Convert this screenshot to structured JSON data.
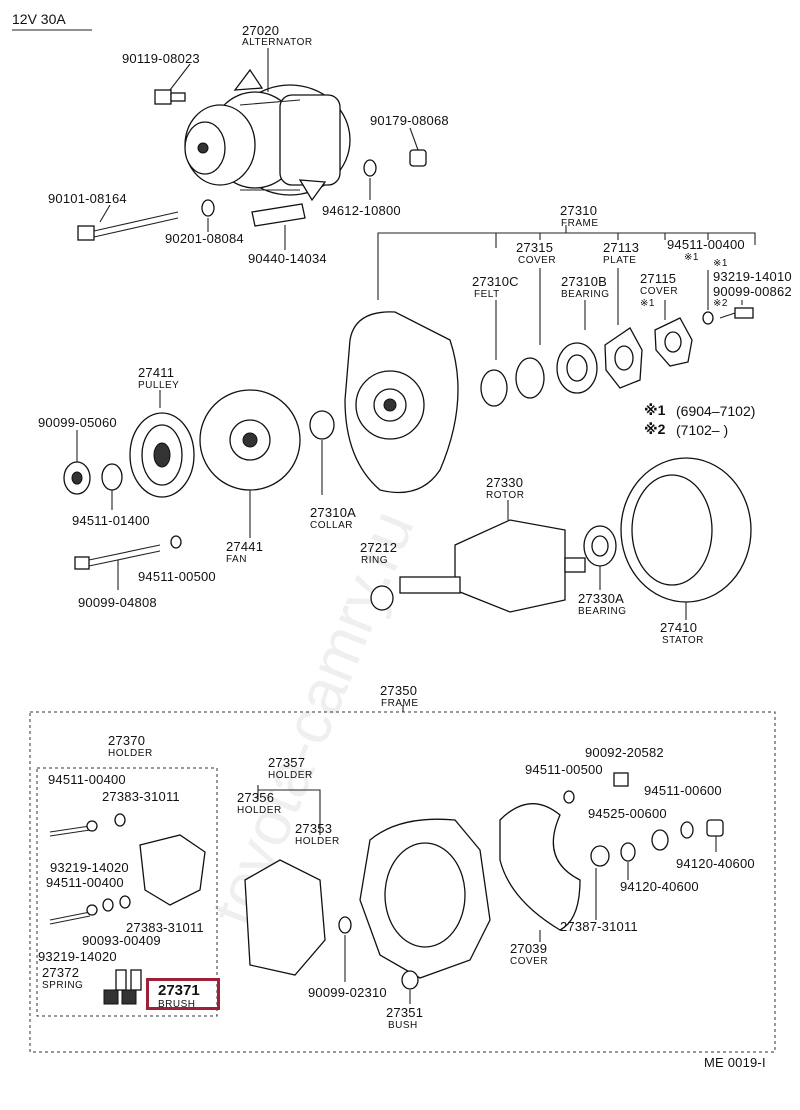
{
  "header": {
    "spec": "12V 30A"
  },
  "footer": {
    "code": "ME 0019-I"
  },
  "watermark": "toyota-camry.ru",
  "colors": {
    "highlight": "#a0203a"
  },
  "notes": {
    "n1_mark": "※1",
    "n1_range": "(6904–7102)",
    "n2_mark": "※2",
    "n2_range": "(7102–      )"
  },
  "parts": {
    "alternator": {
      "num": "27020",
      "name": "ALTERNATOR"
    },
    "p90119": {
      "num": "90119-08023"
    },
    "p90179": {
      "num": "90179-08068"
    },
    "p90101": {
      "num": "90101-08164"
    },
    "p94612": {
      "num": "94612-10800"
    },
    "p90201": {
      "num": "90201-08084"
    },
    "p90440": {
      "num": "90440-14034"
    },
    "frame": {
      "num": "27310",
      "name": "FRAME"
    },
    "cover315": {
      "num": "27315",
      "name": "COVER"
    },
    "plate": {
      "num": "27113",
      "name": "PLATE"
    },
    "p94511_00400a": {
      "num": "94511-00400",
      "mark": "※1"
    },
    "p93219_14010": {
      "num": "93219-14010",
      "mark": "※1"
    },
    "p90099_00862": {
      "num": "90099-00862",
      "mark": "※2"
    },
    "felt": {
      "num": "27310C",
      "name": "FELT"
    },
    "bearing310b": {
      "num": "27310B",
      "name": "BEARING"
    },
    "cover115": {
      "num": "27115",
      "name": "COVER",
      "mark": "※1"
    },
    "pulley": {
      "num": "27411",
      "name": "PULLEY"
    },
    "p90099_05060": {
      "num": "90099-05060"
    },
    "p94511_01400": {
      "num": "94511-01400"
    },
    "fan": {
      "num": "27441",
      "name": "FAN"
    },
    "collar": {
      "num": "27310A",
      "name": "COLLAR"
    },
    "rotor": {
      "num": "27330",
      "name": "ROTOR"
    },
    "ring": {
      "num": "27212",
      "name": "RING"
    },
    "p94511_00500a": {
      "num": "94511-00500"
    },
    "p90099_04808": {
      "num": "90099-04808"
    },
    "bearing330a": {
      "num": "27330A",
      "name": "BEARING"
    },
    "stator": {
      "num": "27410",
      "name": "STATOR"
    },
    "frame350": {
      "num": "27350",
      "name": "FRAME"
    },
    "holder370": {
      "num": "27370",
      "name": "HOLDER"
    },
    "p94511_00400b": {
      "num": "94511-00400"
    },
    "p27383_a": {
      "num": "27383-31011"
    },
    "p93219_14020a": {
      "num": "93219-14020"
    },
    "p94511_00400c": {
      "num": "94511-00400"
    },
    "p27383_b": {
      "num": "27383-31011"
    },
    "p90093": {
      "num": "90093-00409"
    },
    "p93219_14020b": {
      "num": "93219-14020"
    },
    "spring": {
      "num": "27372",
      "name": "SPRING"
    },
    "brush": {
      "num": "27371",
      "name": "BRUSH"
    },
    "holder357": {
      "num": "27357",
      "name": "HOLDER"
    },
    "holder356": {
      "num": "27356",
      "name": "HOLDER"
    },
    "holder353": {
      "num": "27353",
      "name": "HOLDER"
    },
    "p90099_02310": {
      "num": "90099-02310"
    },
    "bush": {
      "num": "27351",
      "name": "BUSH"
    },
    "p90092": {
      "num": "90092-20582"
    },
    "p94511_00500b": {
      "num": "94511-00500"
    },
    "p94511_00600": {
      "num": "94511-00600"
    },
    "p94525": {
      "num": "94525-00600"
    },
    "p94120_a": {
      "num": "94120-40600"
    },
    "p94120_b": {
      "num": "94120-40600"
    },
    "p27387": {
      "num": "27387-31011"
    },
    "cover039": {
      "num": "27039",
      "name": "COVER"
    }
  }
}
